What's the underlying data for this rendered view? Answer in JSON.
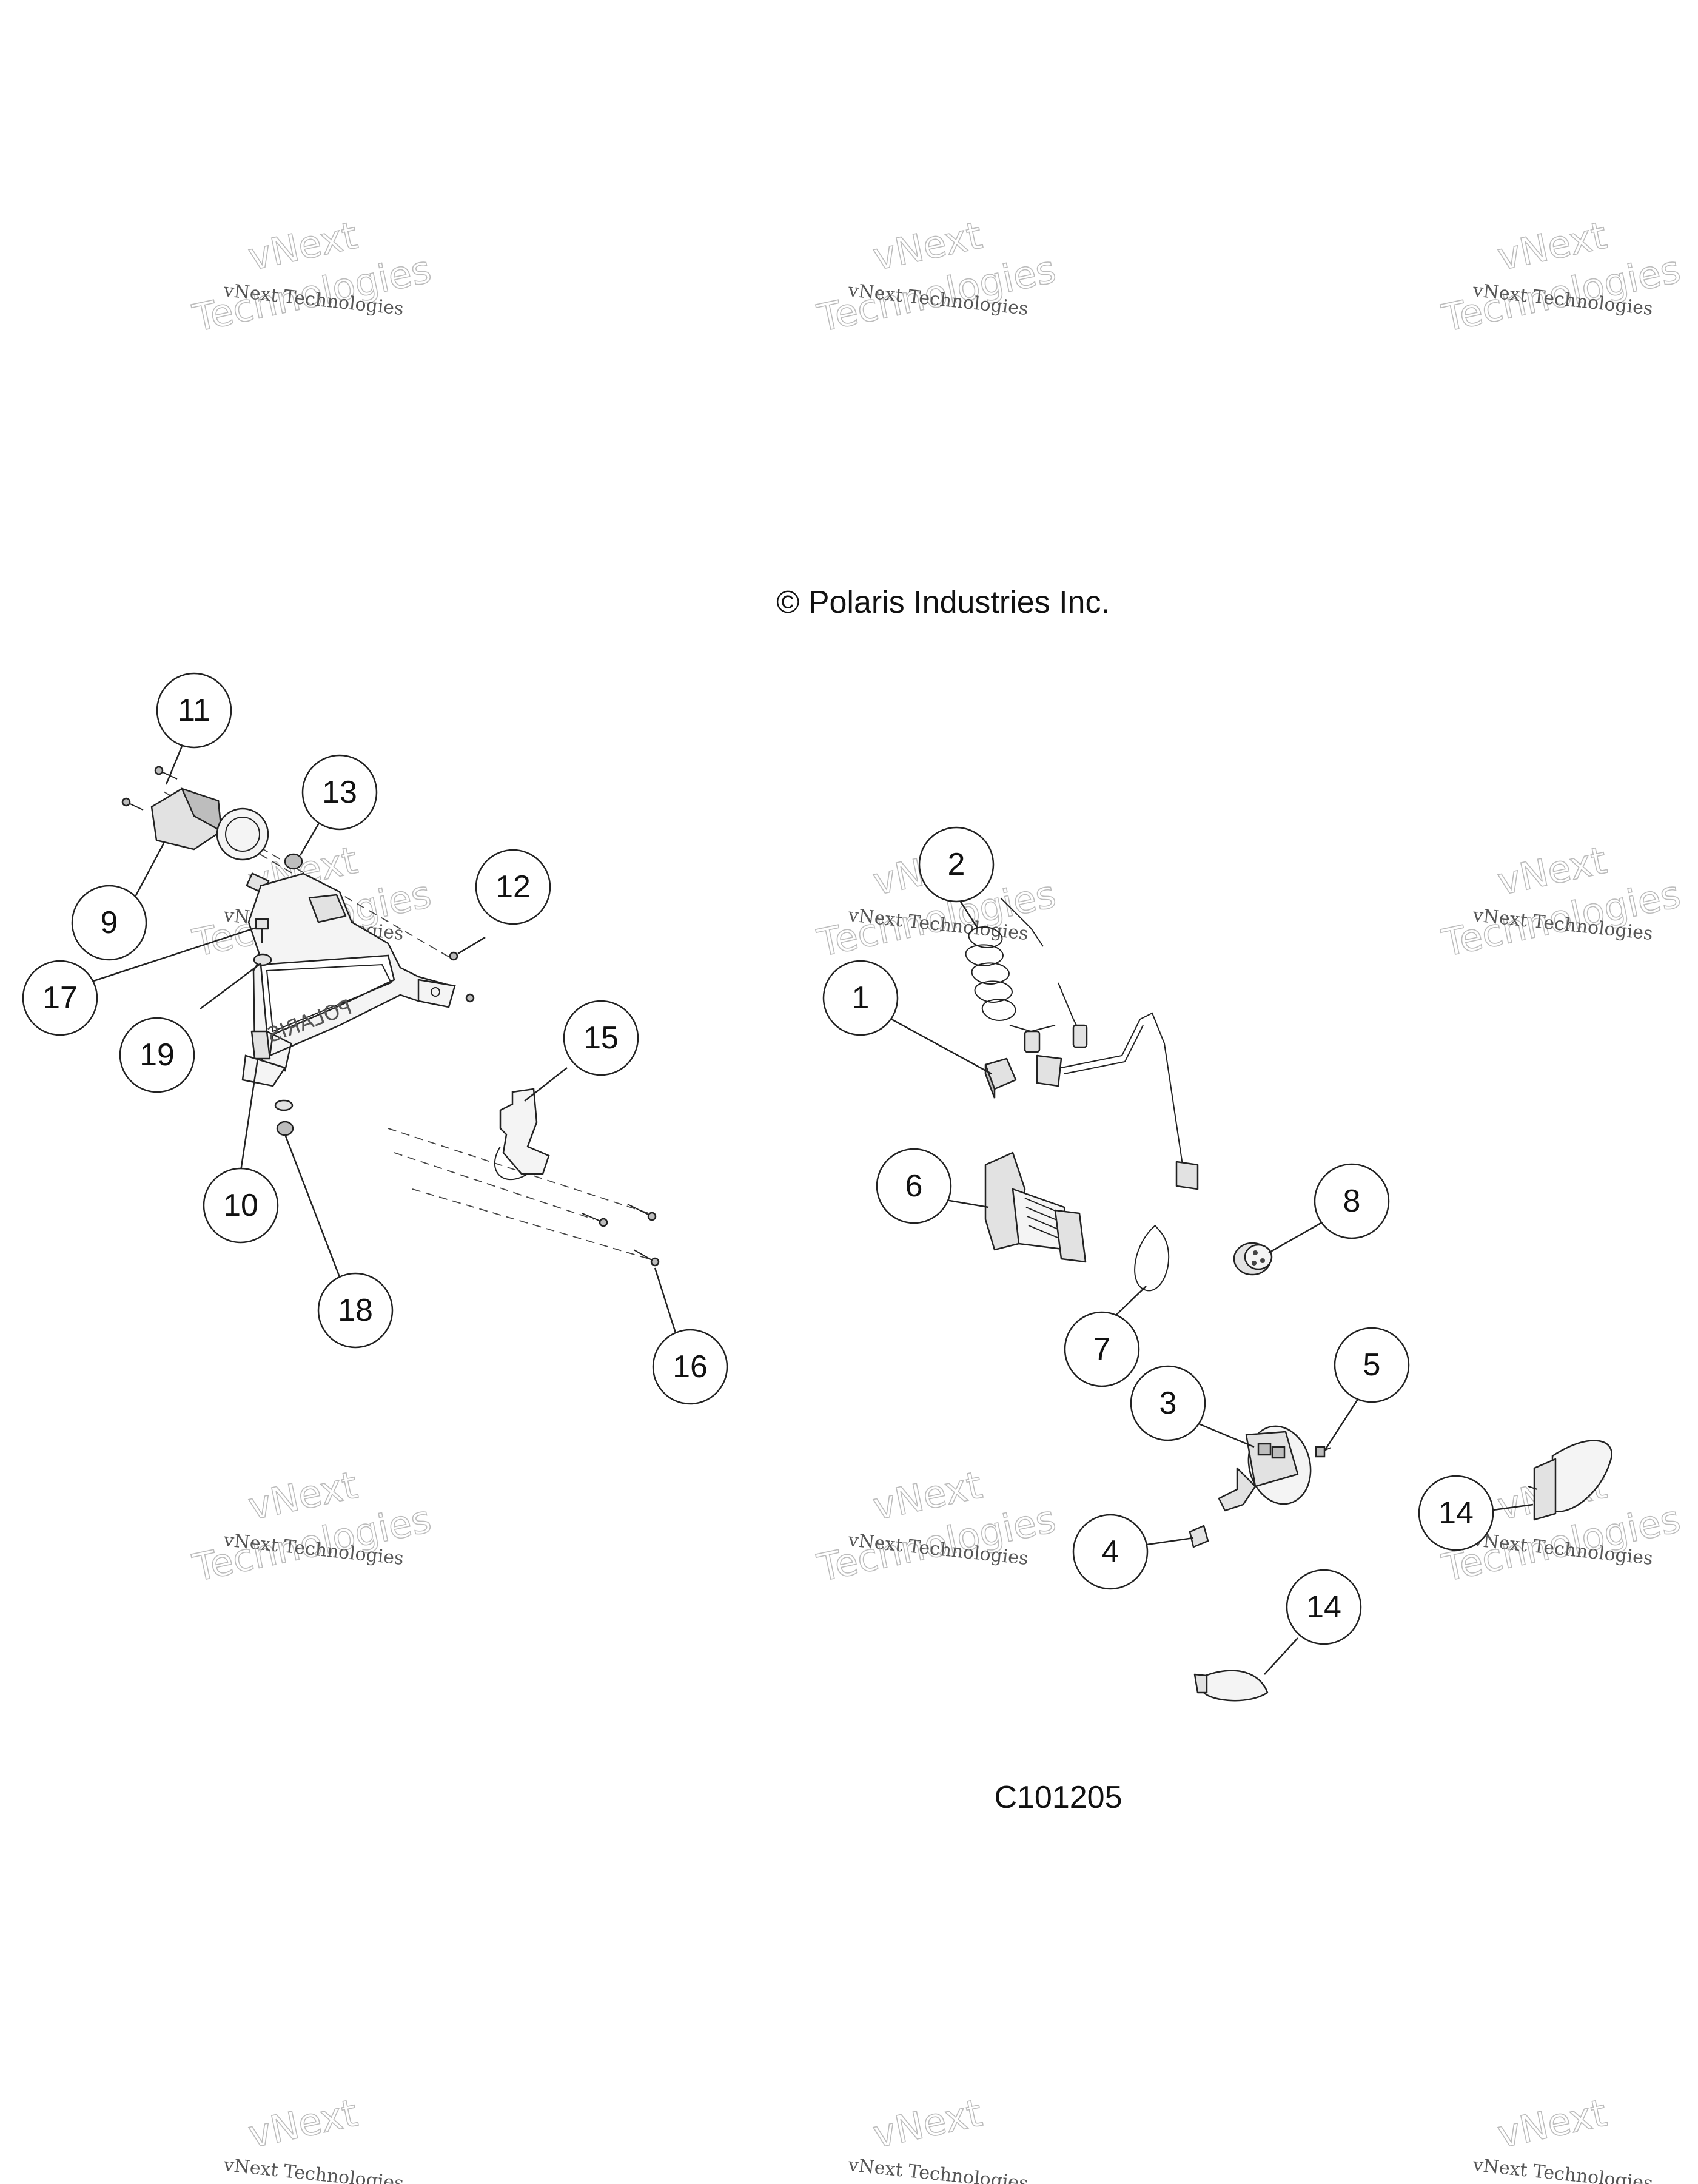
{
  "copyright": "© Polaris Industries Inc.",
  "drawing_id": "C101205",
  "watermark": {
    "small": "vNext Technologies",
    "large": "Technologies",
    "top": "vNext"
  },
  "callouts": [
    "11",
    "13",
    "12",
    "9",
    "17",
    "19",
    "10",
    "18",
    "15",
    "16",
    "2",
    "1",
    "6",
    "8",
    "7",
    "5",
    "3",
    "4",
    "14",
    "14"
  ]
}
